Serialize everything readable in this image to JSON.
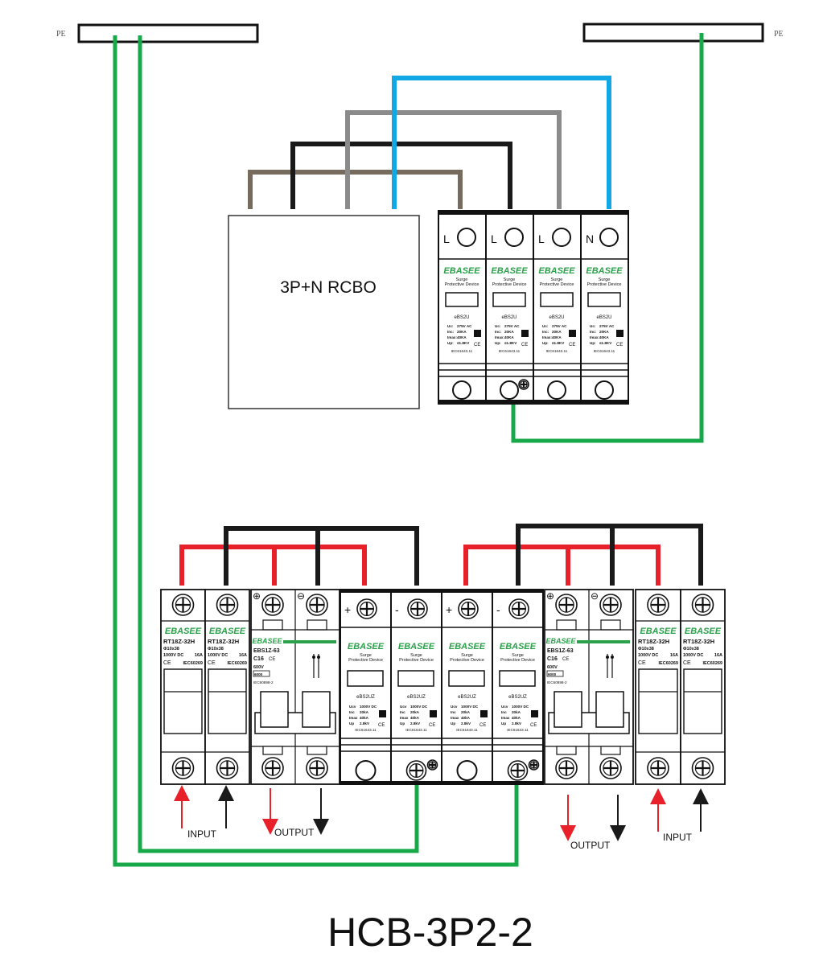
{
  "pe_label": "PE",
  "rcbo_label": "3P+N RCBO",
  "title": "HCB-3P2-2",
  "brand": "EBASEE",
  "ac_spd": {
    "poles": [
      "L",
      "L",
      "L",
      "N"
    ],
    "desc_line1": "Surge",
    "desc_line2": "Protective Device",
    "model": "eBS2U",
    "spec_labels": [
      "Uc:",
      "Inc:",
      "Imax:",
      "Up:"
    ],
    "spec_values": [
      "275V AC",
      "20KA",
      "40KA",
      "≤1.8KV"
    ],
    "standard": "IEC61643.11"
  },
  "dc_spd": {
    "poles": [
      "+",
      "-",
      "+",
      "-"
    ],
    "desc_line1": "Surge",
    "desc_line2": "Protective Device",
    "model": "eBS2UZ",
    "spec_labels": [
      "Ucv",
      "Inc",
      "Imax",
      "Up"
    ],
    "spec_values": [
      "1000V DC",
      "20kA",
      "40kA",
      "2.8kV"
    ],
    "standard": "IEC61643.11"
  },
  "fuse": {
    "model": "RT18Z-32H",
    "size": "Φ10x38",
    "voltage": "1000V DC",
    "current": "16A",
    "standard": "IEC60269"
  },
  "mcb": {
    "model": "EBS1Z-63",
    "rating": "C16",
    "voltage": "600V",
    "breaking": "6000",
    "standard": "IEC60898-2",
    "terminal_plus": "⊕",
    "terminal_minus": "⊖"
  },
  "labels": {
    "input": "INPUT",
    "output": "OUTPUT"
  },
  "colors": {
    "ground": "#17a84a",
    "brown": "#776b5d",
    "black": "#1a1a1a",
    "grey": "#8b8b8b",
    "blue": "#12a8e6",
    "red": "#e8202a",
    "brand_green": "#2aa14a"
  }
}
